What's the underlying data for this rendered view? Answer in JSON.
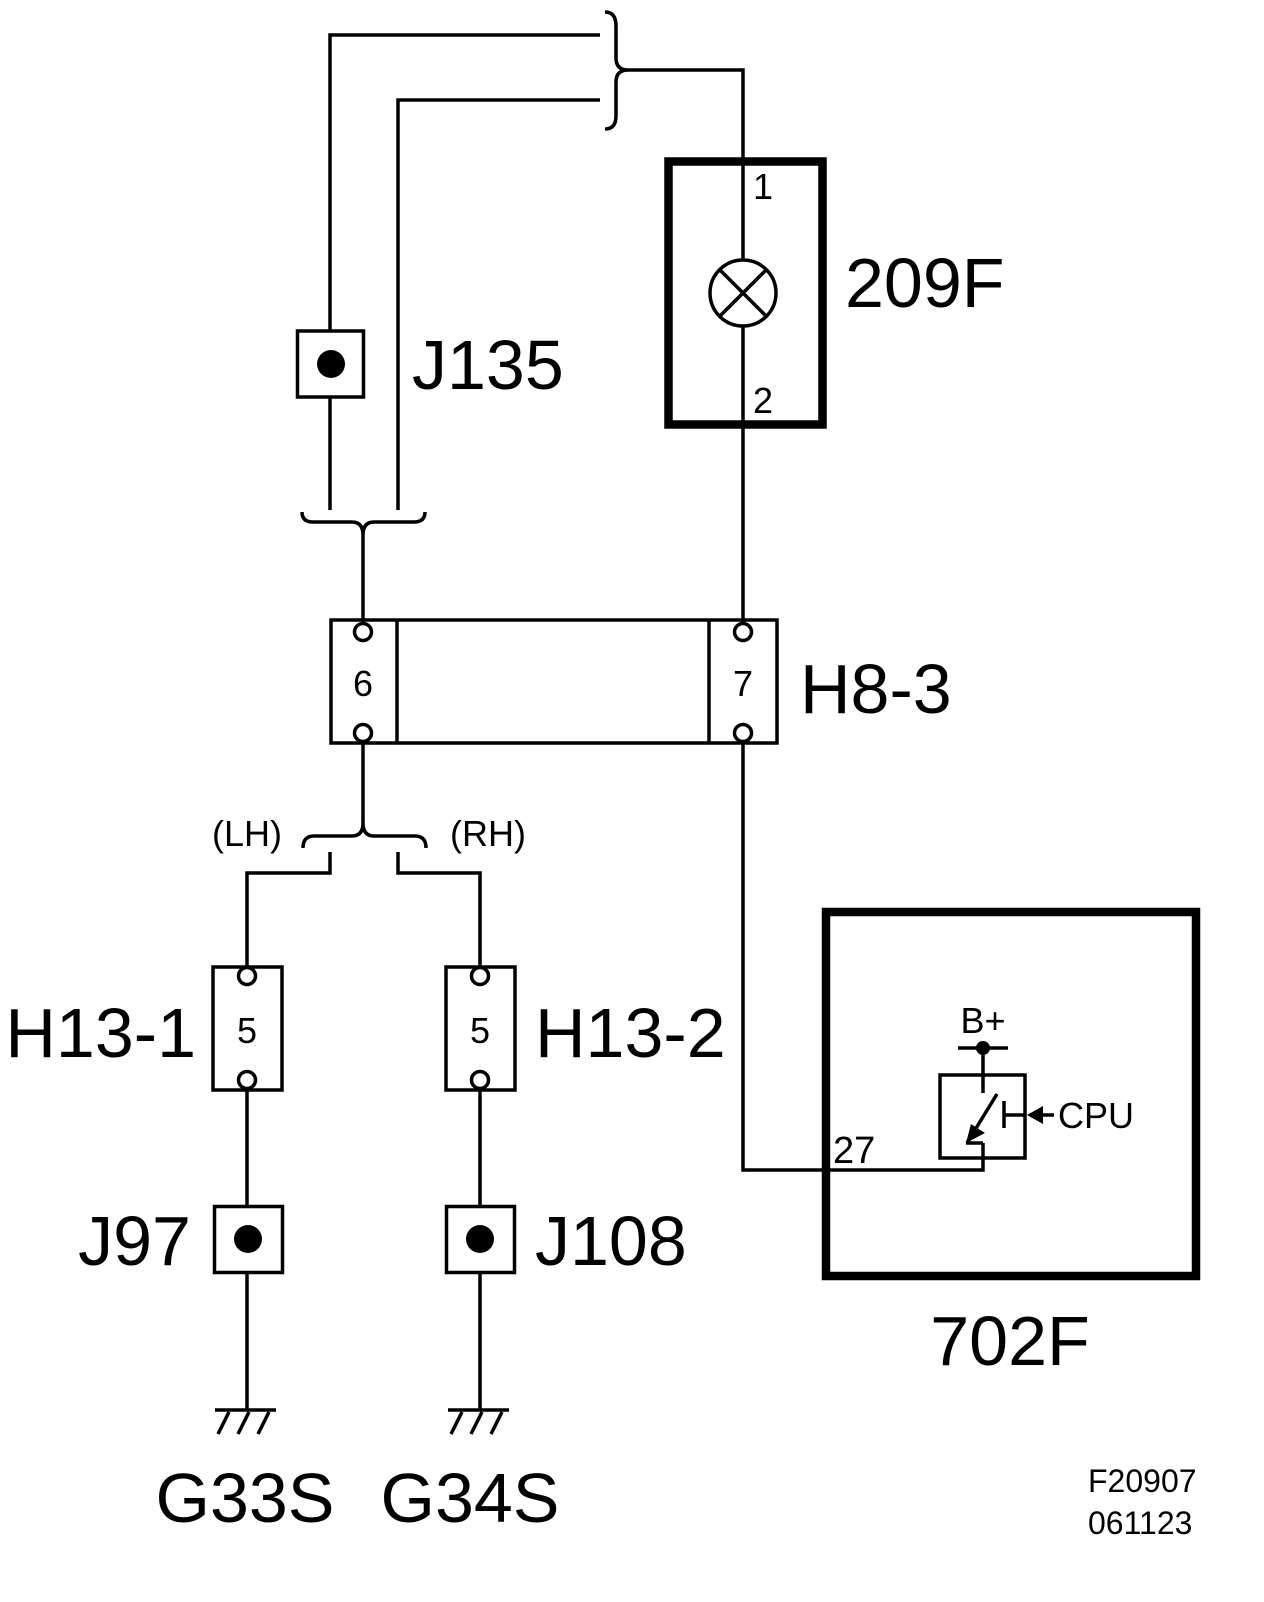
{
  "colors": {
    "ink": "#000000",
    "background": "#ffffff"
  },
  "icons": [
    "lamp-icon",
    "ground-icon",
    "electronic-switch-icon",
    "splice-icon",
    "connector-icon"
  ],
  "splice_top": {
    "label": "J135"
  },
  "lamp_unit": {
    "label": "209F",
    "pin_top": "1",
    "pin_bottom": "2"
  },
  "connector_h8_3": {
    "label": "H8-3",
    "pin_left": "6",
    "pin_right": "7"
  },
  "branch": {
    "left": "(LH)",
    "right": "(RH)"
  },
  "connector_h13_1": {
    "label": "H13-1",
    "pin": "5"
  },
  "connector_h13_2": {
    "label": "H13-2",
    "pin": "5"
  },
  "splice_left": {
    "label": "J97"
  },
  "splice_right": {
    "label": "J108"
  },
  "ground_left": {
    "label": "G33S"
  },
  "ground_right": {
    "label": "G34S"
  },
  "control_unit": {
    "label": "702F",
    "pin": "27",
    "supply": "B+",
    "input": "CPU"
  },
  "footer": {
    "line1": "F20907",
    "line2": "061123"
  }
}
